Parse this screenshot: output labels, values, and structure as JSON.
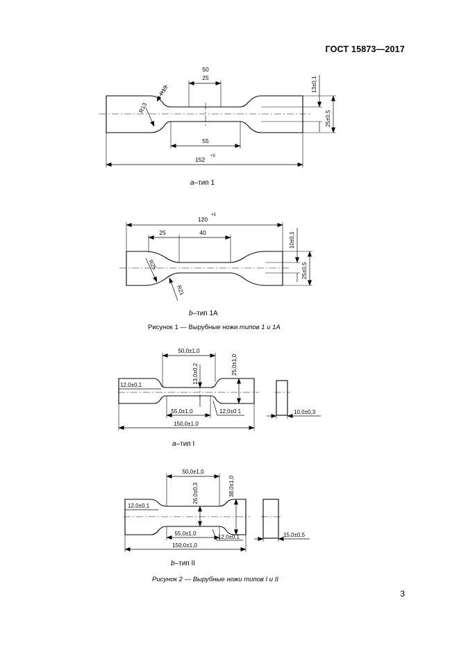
{
  "header": {
    "standard": "ГОСТ 15873—2017"
  },
  "page_number": "3",
  "figure1": {
    "type1": {
      "dims": {
        "d50": "50",
        "d25": "25",
        "r13a": "R13",
        "r13b": "R13",
        "d13": "13±0,1",
        "d25w": "25±0,5",
        "d55": "55",
        "d152": "152",
        "d152_tol": "+5"
      },
      "caption_letter": "a",
      "caption_text": "–тип 1"
    },
    "type1a": {
      "dims": {
        "d120": "120",
        "d120_tol": "+5",
        "d25": "25",
        "d40": "40",
        "d10": "10±0,1",
        "d25w": "25±0,5",
        "r25": "R25",
        "r21": "R21"
      },
      "caption_letter": "b",
      "caption_text": "–тип 1А"
    },
    "caption_prefix": "Рисунок 1 — Вырубные ножи ",
    "caption_italic": "типов 1 и 1А"
  },
  "figure2": {
    "typeI": {
      "dims": {
        "d50": "50,0±1,0",
        "d13": "13,0±0,2",
        "d25": "25,0±1,0",
        "d12a": "12,0±0,1",
        "d55": "55,0±1,0",
        "d12b": "12,0±0 1",
        "d150": "150,0±1,0",
        "d10": "10,0±0,3"
      },
      "caption_letter": "a",
      "caption_text": "–тип I"
    },
    "typeII": {
      "dims": {
        "d50": "50,0±1,0",
        "d26": "26,0±0,3",
        "d38": "38,0±1,0",
        "d12a": "12,0±0,1",
        "d55": "55,0±1,0",
        "d12b": "12,0±0,1",
        "d150": "150,0±1,0",
        "d15": "15,0±0,5"
      },
      "caption_letter": "b",
      "caption_text": "–тип II"
    },
    "caption_italic": "Рисунок 2 — Вырубные ножи типов I и II"
  }
}
